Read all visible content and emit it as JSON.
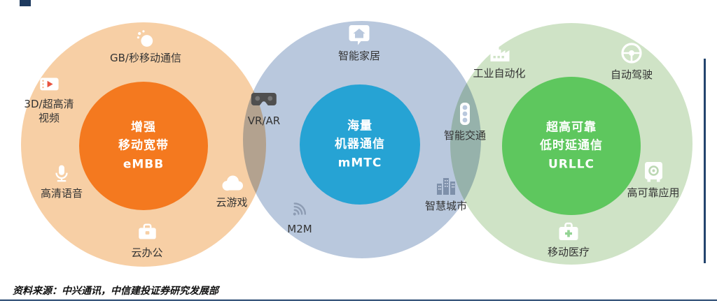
{
  "source_note": "资料来源：中兴通讯，中信建投证券研究发展部",
  "colors": {
    "embb_inner": "#f4791f",
    "embb_outer": "#f7cfa5",
    "mmtc_inner": "#26a3d4",
    "mmtc_outer": "#b9c8dd",
    "urllc_inner": "#5ec75e",
    "urllc_outer": "#cfe3c6",
    "accent_navy": "#24456e"
  },
  "circles": {
    "embb": {
      "title": "增强\n移动宽带\neMBB"
    },
    "mmtc": {
      "title": "海量\n机器通信\nmMTC"
    },
    "urllc": {
      "title": "超高可靠\n低时延通信\nURLLC"
    }
  },
  "items": {
    "gb_mobile": {
      "label": "GB/秒移动通信",
      "icon": "speed-dots-icon"
    },
    "uhd_video": {
      "label": "3D/超高清\n视频",
      "icon": "video-icon"
    },
    "hd_voice": {
      "label": "高清语音",
      "icon": "microphone-icon"
    },
    "cloud_office": {
      "label": "云办公",
      "icon": "briefcase-icon"
    },
    "vr_ar": {
      "label": "VR/AR",
      "icon": "vr-headset-icon"
    },
    "smart_home": {
      "label": "智能家居",
      "icon": "smart-home-icon"
    },
    "cloud_gaming": {
      "label": "云游戏",
      "icon": "cloud-icon"
    },
    "m2m": {
      "label": "M2M",
      "icon": "radio-waves-icon"
    },
    "smart_traffic": {
      "label": "智能交通",
      "icon": "traffic-light-icon"
    },
    "smart_city": {
      "label": "智慧城市",
      "icon": "city-icon"
    },
    "industrial_automation": {
      "label": "工业自动化",
      "icon": "factory-icon"
    },
    "autonomous_driving": {
      "label": "自动驾驶",
      "icon": "steering-wheel-icon"
    },
    "high_reliability": {
      "label": "高可靠应用",
      "icon": "safe-icon"
    },
    "mobile_medical": {
      "label": "移动医疗",
      "icon": "medkit-icon"
    }
  }
}
